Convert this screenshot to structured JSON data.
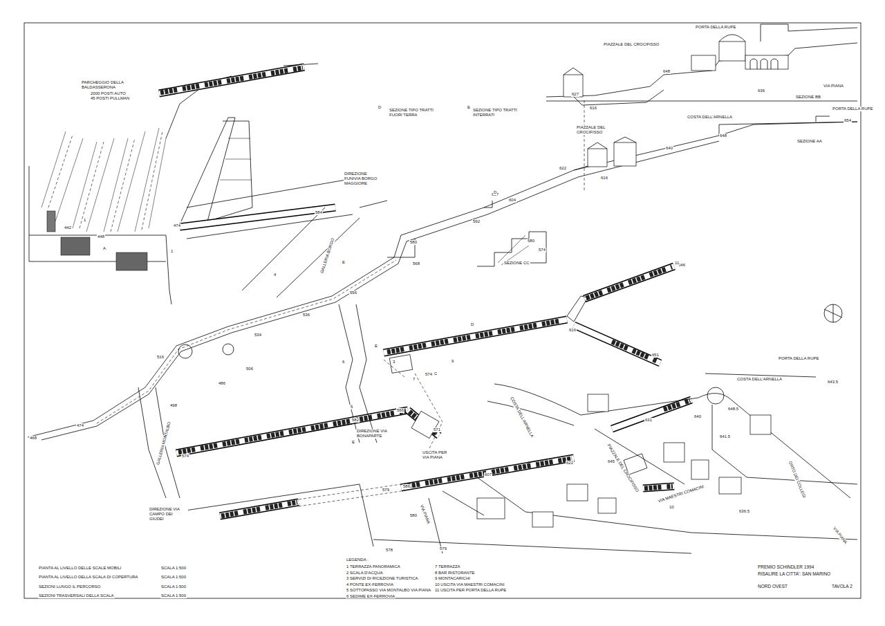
{
  "diagram": {
    "labels": [
      "PARCHEGGIO DELLA BALDASSERONA",
      "2000 POSTI AUTO 45 POSTI PULLMAN",
      "D",
      "SEZIONE TIPO TRATTI FUORI TERRA",
      "E",
      "SEZIONE TIPO TRATTI INTERRATI",
      "PORTA DELLA RUPE",
      "PIAZZALE DEL CROCIFISSO",
      "VIA PIANA",
      "SEZIONE BB",
      "PORTA DELLA RUPE",
      "COSTA DELL'ARNELLA",
      "SEZIONE AA",
      "PIAZZALE DEL CROCIFISSO",
      "SEZIONE CC",
      "DIREZIONE FUNIVIA BORGO MAGGIORE",
      "GALLERIA BORGO",
      "DIREZIONE VIA BONAPARTE",
      "USCITA PER VIA PIANA",
      "DIREZIONE VIA CAMPO DEI GIUDEI",
      "GALLERIA MONTALBO",
      "PORTA DELLA RUPE",
      "COSTA DELL'ARNELLA",
      "COSTA DELL'ARNELLA",
      "PIAZZALE DEL CROCIFISSO",
      "VIA MAESTRI COMACINI",
      "ORTO DEI COLLEGI",
      "VIA PIANA",
      "VIA PIANA",
      "442",
      "448",
      "474",
      "584",
      "468",
      "474",
      "486",
      "498",
      "506",
      "516",
      "534",
      "536",
      "556",
      "568",
      "580",
      "592",
      "604",
      "607",
      "622",
      "616",
      "640",
      "648",
      "654",
      "627",
      "616",
      "636",
      "648",
      "574",
      "580",
      "646",
      "616",
      "651",
      "582",
      "566",
      "574",
      "571",
      "574",
      "586",
      "580",
      "579",
      "578",
      "579",
      "622",
      "607",
      "631",
      "640",
      "645",
      "641.5",
      "636.5",
      "648.5",
      "643.5",
      "1",
      "1",
      "4",
      "6",
      "3",
      "7",
      "9",
      "10",
      "11",
      "5",
      "A",
      "E",
      "E",
      "D",
      "E",
      "C",
      "D",
      "PIANTA AL LIVELLO DELLE SCALE MOBILI",
      "SCALA 1:500",
      "PIANTA AL LIVELLO DELLA SCALA DI COPERTURA",
      "SCALA 1:500",
      "SEZIONI LUNGO IL PERCORSO",
      "SCALA 1:500",
      "SEZIONI TRASVERSALI DELLA SCALA",
      "SCALA 1:500",
      "LEGENDA :",
      "PREMIO SCHINDLER 1994",
      "RISALIRE LA CITTA': SAN MARINO",
      "NORD OVEST",
      "TAVOLA 2"
    ],
    "legend": [
      {
        "text": "1 TERRAZZA PANORAMICA"
      },
      {
        "text": "2 SCALA D'ACQUA"
      },
      {
        "text": "3 SERVIZI DI RICEZIONE TURISTICA"
      },
      {
        "text": "4 PONTE EX-FERROVIA"
      },
      {
        "text": "5 SOTTOPASSO VIA MONTALBO VIA PIANA"
      },
      {
        "text": "6 SEDIME EX-FERROVIA"
      },
      {
        "text": "7 TERRAZZA"
      },
      {
        "text": "8 BAR RISTORANTE"
      },
      {
        "text": "9 MONTACARICHI"
      },
      {
        "text": "10 USCITA VIA MAESTRI COMACINI"
      },
      {
        "text": "11 USCITA PER PORTA DELLA RUPE"
      }
    ]
  }
}
